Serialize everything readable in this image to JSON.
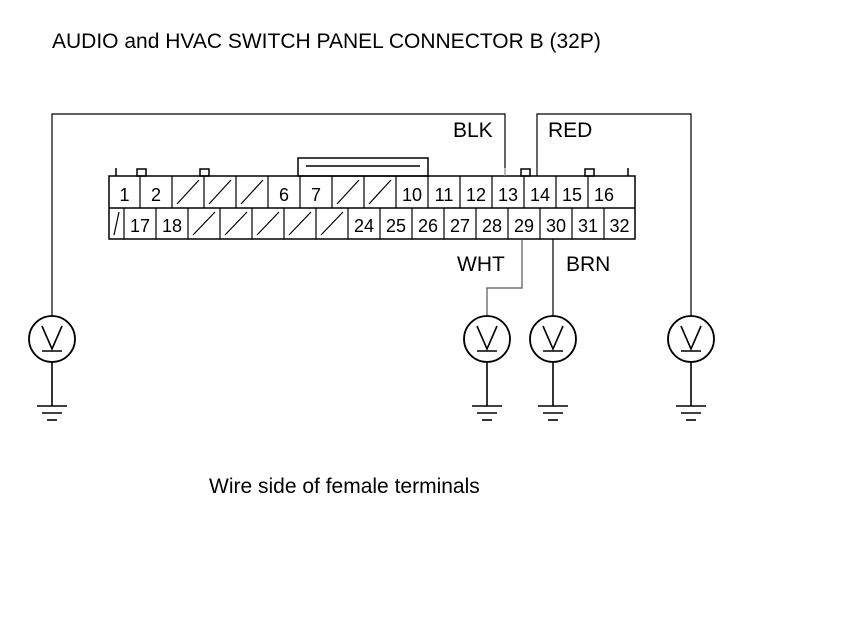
{
  "title": "AUDIO and HVAC SWITCH PANEL CONNECTOR B (32P)",
  "caption": "Wire side of female terminals",
  "connector": {
    "top_row": [
      "1",
      "2",
      "",
      "",
      "",
      "6",
      "7",
      "",
      "",
      "10",
      "11",
      "12",
      "13",
      "14",
      "15",
      "16"
    ],
    "bottom_row": [
      "",
      "17",
      "18",
      "",
      "",
      "",
      "",
      "",
      "24",
      "25",
      "26",
      "27",
      "28",
      "29",
      "30",
      "31",
      "32"
    ]
  },
  "wires": {
    "blk": "BLK",
    "red": "RED",
    "wht": "WHT",
    "brn": "BRN"
  },
  "meter_symbol": "V",
  "colors": {
    "line": "#000000",
    "background": "#ffffff"
  }
}
